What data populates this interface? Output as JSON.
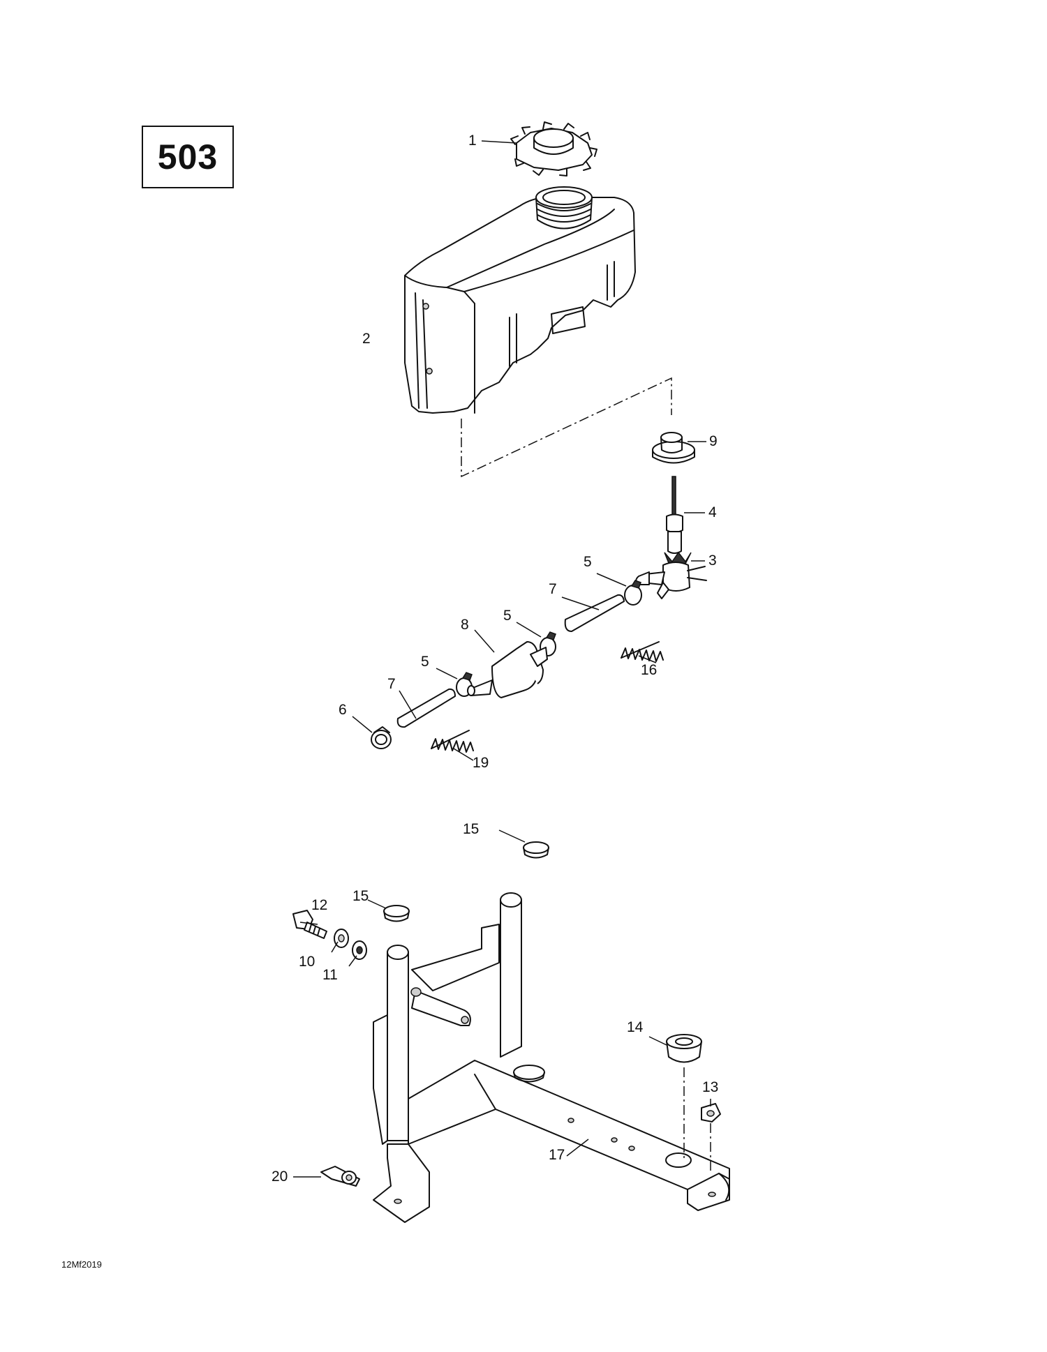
{
  "page_code": "503",
  "doc_code": "12Mf2019",
  "callouts": {
    "c1": "1",
    "c2": "2",
    "c3": "3",
    "c4": "4",
    "c5a": "5",
    "c5b": "5",
    "c5c": "5",
    "c6": "6",
    "c7a": "7",
    "c7b": "7",
    "c8": "8",
    "c9": "9",
    "c10": "10",
    "c11": "11",
    "c12": "12",
    "c13": "13",
    "c14": "14",
    "c15a": "15",
    "c15b": "15",
    "c16": "16",
    "c17": "17",
    "c19": "19",
    "c20": "20"
  }
}
